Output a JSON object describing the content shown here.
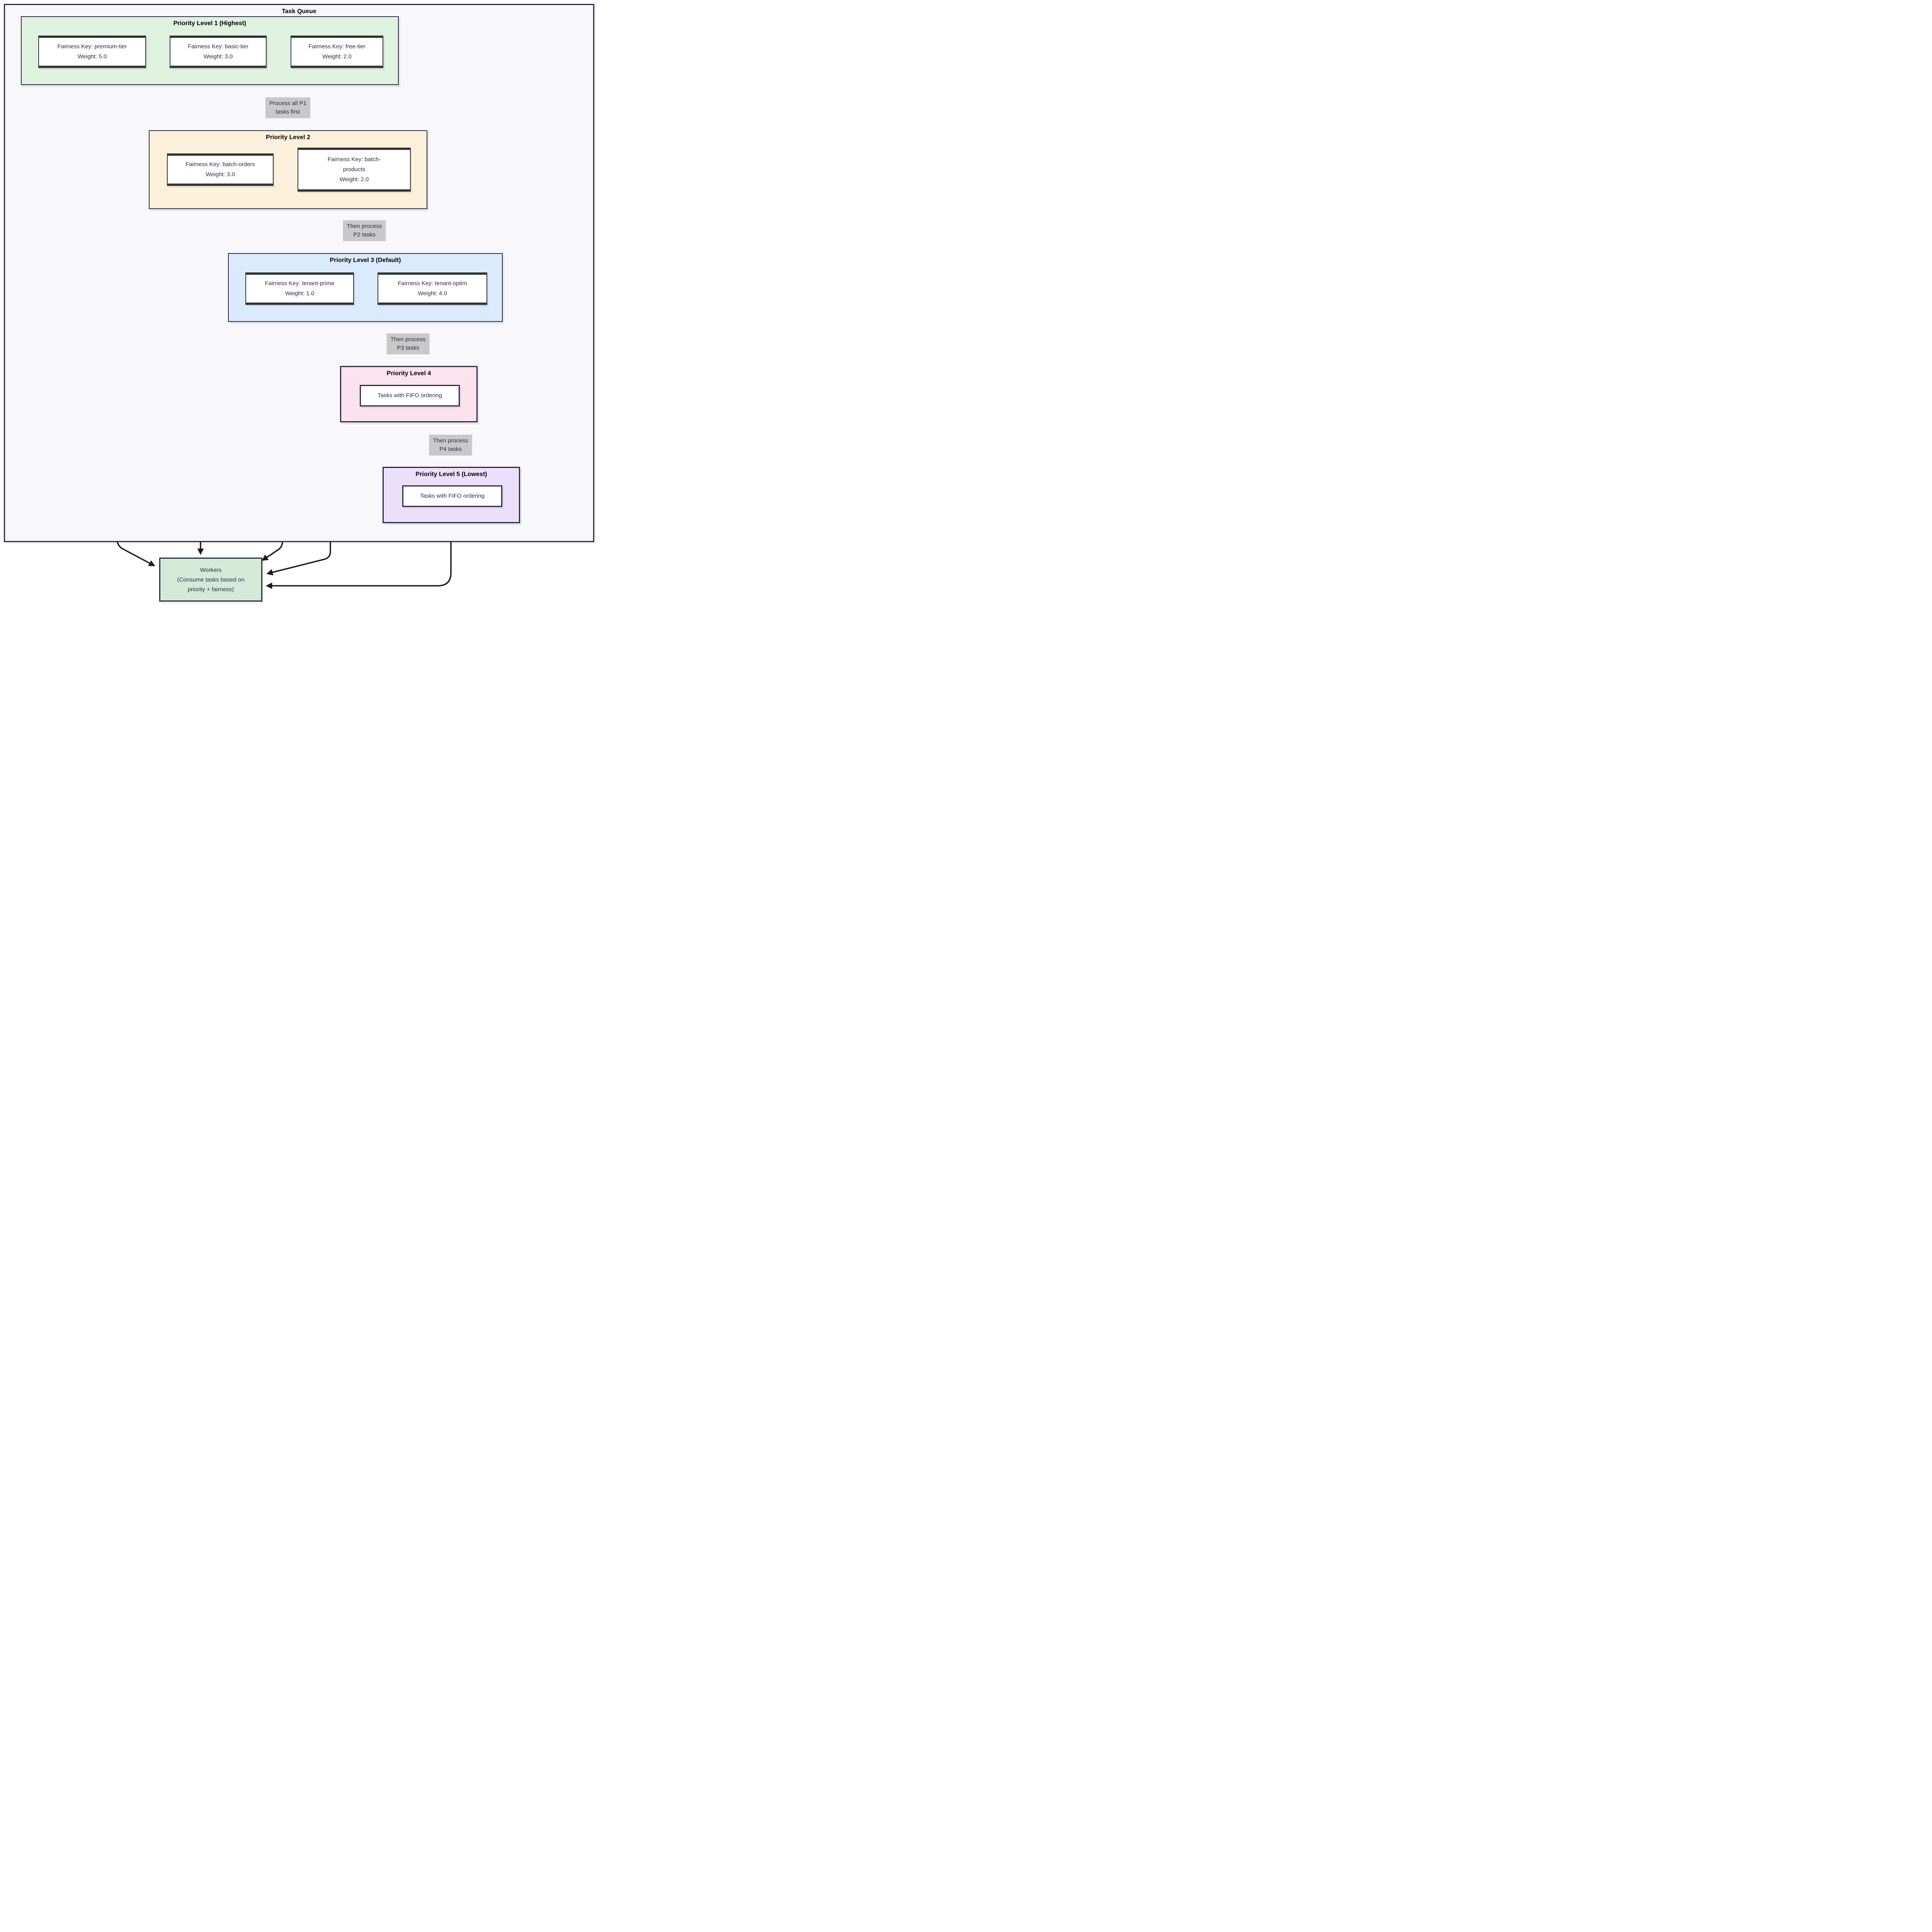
{
  "diagram": {
    "container_title": "Task Queue",
    "clusters": [
      {
        "title": "Priority Level 1 (Highest)",
        "nodes": [
          [
            "Fairness Key: premium-tier",
            "Weight: 5.0"
          ],
          [
            "Fairness Key: basic-tier",
            "Weight: 3.0"
          ],
          [
            "Fairness Key: free-tier",
            "Weight: 2.0"
          ]
        ]
      },
      {
        "title": "Priority Level 2",
        "nodes": [
          [
            "Fairness Key: batch-orders",
            "Weight: 3.0"
          ],
          [
            "Fairness Key: batch-",
            "products",
            "Weight: 2.0"
          ]
        ]
      },
      {
        "title": "Priority Level 3 (Default)",
        "nodes": [
          [
            "Fairness Key: tenant-prime",
            "Weight: 1.0"
          ],
          [
            "Fairness Key: tenant-optim",
            "Weight: 4.0"
          ]
        ]
      },
      {
        "title": "Priority Level 4",
        "nodes": [
          [
            "Tasks with FIFO ordering"
          ]
        ]
      },
      {
        "title": "Priority Level 5 (Lowest)",
        "nodes": [
          [
            "Tasks with FIFO ordering"
          ]
        ]
      }
    ],
    "edge_labels": [
      [
        "Process all P1",
        "tasks first"
      ],
      [
        "Then process",
        "P2 tasks"
      ],
      [
        "Then process",
        "P3 tasks"
      ],
      [
        "Then process",
        "P4 tasks"
      ]
    ],
    "workers": [
      "Workers",
      "(Consume tasks based on",
      "priority + fairness)"
    ],
    "colors": {
      "p1_fill": "#dff1df",
      "p2_fill": "#fcf0db",
      "p3_fill": "#dbeafc",
      "p4_fill": "#fbe2ef",
      "p5_fill": "#ebdffa",
      "workers_fill": "#d3ead9",
      "container_fill": "#f8f8fb",
      "cluster_border": "#2a2a45",
      "node_border": "#343434",
      "edge_label_bg": "#c8c8c8",
      "text": "#2e2a47",
      "line": "#1a1a1a"
    }
  }
}
